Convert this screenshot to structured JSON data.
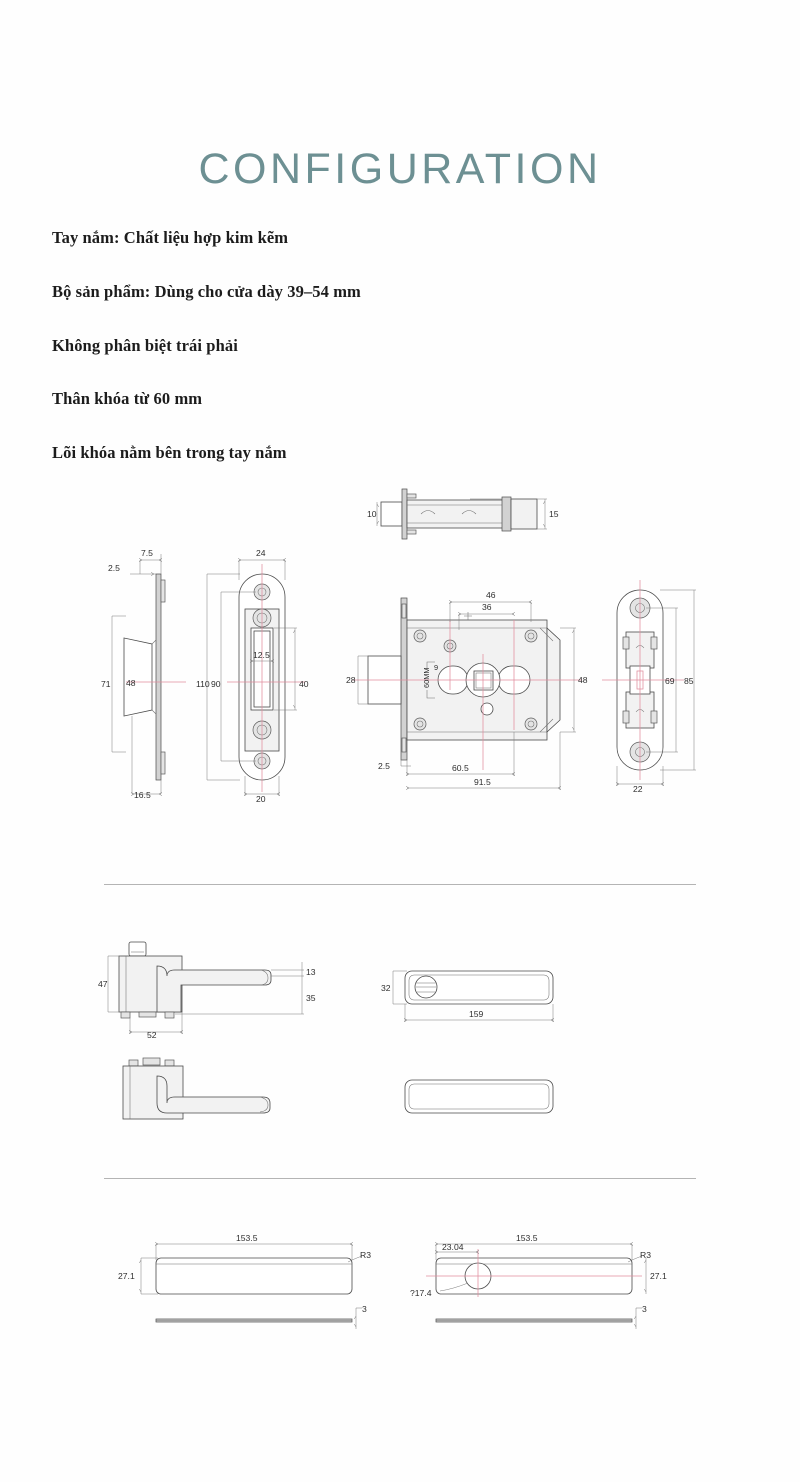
{
  "header": {
    "title": "CONFIGURATION",
    "title_color": "#6d9093"
  },
  "specs": [
    "Tay nắm: Chất liệu hợp kim kẽm",
    "Bộ sản phẩm: Dùng cho cửa dày 39–54 mm",
    "Không phân biệt trái phải",
    "Thân khóa từ 60 mm",
    "Lõi khóa nằm bên trong tay nắm"
  ],
  "drawings": {
    "section_lock": {
      "name": "mortise-lock-assembly",
      "views": {
        "latch_bolt": {
          "label": "latch-bolt-side-view",
          "dims": [
            "10",
            "15"
          ]
        },
        "strike_side": {
          "label": "strike-plate-side-view",
          "dims": [
            "7.5",
            "2.5",
            "71",
            "48",
            "16.5"
          ]
        },
        "strike_face": {
          "label": "strike-plate-face-view",
          "dims": [
            "24",
            "110",
            "90",
            "12.5",
            "40",
            "20"
          ]
        },
        "lock_body": {
          "label": "lock-body-face-view",
          "dims": [
            "46",
            "36",
            "28",
            "9",
            "48",
            "2.5",
            "60.5",
            "91.5"
          ],
          "note": "60MM"
        },
        "forend": {
          "label": "lock-forend-view",
          "dims": [
            "69",
            "85",
            "22"
          ]
        }
      }
    },
    "section_handle": {
      "name": "lever-handle-views",
      "views": {
        "handle_side_upper": {
          "label": "handle-side-view",
          "dims": [
            "47",
            "13",
            "35",
            "52"
          ]
        },
        "handle_side_lower": {
          "label": "handle-perspective-view",
          "dims": []
        },
        "handle_top": {
          "label": "handle-top-view",
          "dims": [
            "32",
            "159"
          ]
        },
        "handle_bottom": {
          "label": "handle-bottom-view",
          "dims": []
        }
      }
    },
    "section_plate": {
      "name": "escutcheon-plate-views",
      "views": {
        "plate_plain": {
          "label": "plate-blank-view",
          "dims": [
            "153.5",
            "27.1",
            "R3",
            "3"
          ]
        },
        "plate_hole": {
          "label": "plate-cylinder-hole-view",
          "dims": [
            "153.5",
            "27.1",
            "R3",
            "3",
            "23.04",
            "?17.4"
          ]
        }
      }
    }
  },
  "dims": {
    "d10": "10",
    "d15": "15",
    "d75": "7.5",
    "d25": "2.5",
    "d71": "71",
    "d48": "48",
    "d165": "16.5",
    "d24": "24",
    "d110": "110",
    "d90": "90",
    "d125": "12.5",
    "d40": "40",
    "d20": "20",
    "d46": "46",
    "d36": "36",
    "d28": "28",
    "d9": "9",
    "d48b": "48",
    "d25b": "2.5",
    "d605": "60.5",
    "d915": "91.5",
    "note60": "60MM",
    "d69": "69",
    "d85": "85",
    "d22": "22",
    "d47": "47",
    "d13": "13",
    "d35": "35",
    "d52": "52",
    "d32": "32",
    "d159": "159",
    "d1535": "153.5",
    "d271": "27.1",
    "r3": "R3",
    "d3": "3",
    "d2304": "23.04",
    "dia174": "?17.4"
  }
}
